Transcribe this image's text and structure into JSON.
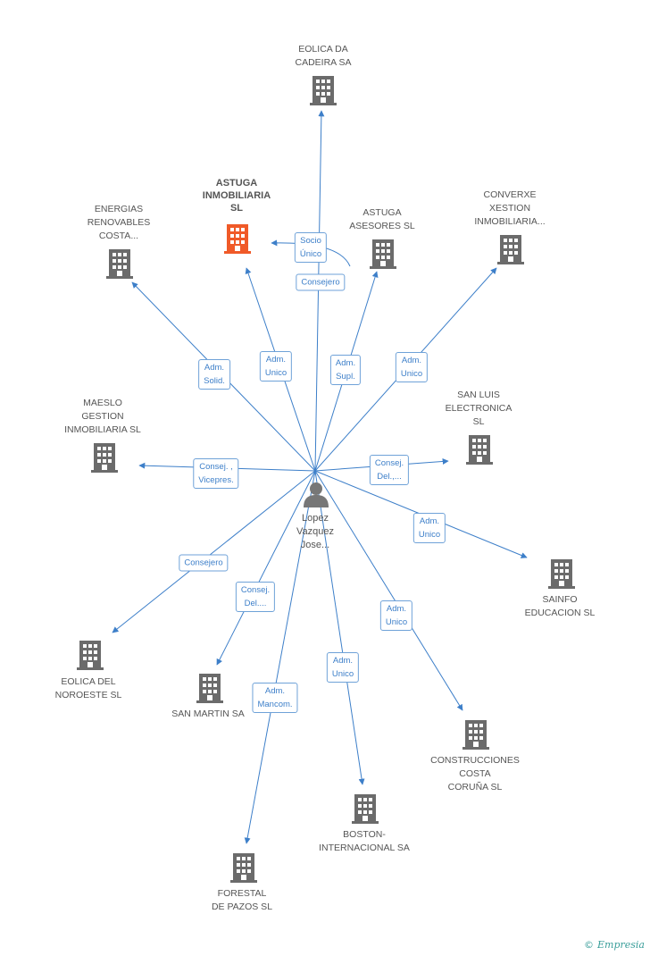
{
  "center": {
    "lines": [
      "Lopez",
      "Vazquez",
      "Jose..."
    ],
    "icon": "person-icon",
    "color": "#777777"
  },
  "colors": {
    "edge": "#3d7fc9",
    "building": "#6b6b6b",
    "focus_building": "#f05a28"
  },
  "companies": [
    {
      "id": "eolica-da-cadeira",
      "lines": [
        "EOLICA DA",
        "CADEIRA SA"
      ],
      "focus": false,
      "icon": "building-icon"
    },
    {
      "id": "astuga-inmobiliaria",
      "lines": [
        "ASTUGA",
        "INMOBILIARIA",
        "SL"
      ],
      "focus": true,
      "icon": "building-icon"
    },
    {
      "id": "astuga-asesores",
      "lines": [
        "ASTUGA",
        "ASESORES SL"
      ],
      "focus": false,
      "icon": "building-icon"
    },
    {
      "id": "energias-renovables",
      "lines": [
        "ENERGIAS",
        "RENOVABLES",
        "COSTA..."
      ],
      "focus": false,
      "icon": "building-icon"
    },
    {
      "id": "converxe-xestion",
      "lines": [
        "CONVERXE",
        "XESTION",
        "INMOBILIARIA..."
      ],
      "focus": false,
      "icon": "building-icon"
    },
    {
      "id": "maeslo-gestion",
      "lines": [
        "MAESLO",
        "GESTION",
        "INMOBILIARIA SL"
      ],
      "focus": false,
      "icon": "building-icon"
    },
    {
      "id": "san-luis-electronica",
      "lines": [
        "SAN LUIS",
        "ELECTRONICA",
        "SL"
      ],
      "focus": false,
      "icon": "building-icon"
    },
    {
      "id": "sainfo-educacion",
      "lines": [
        "SAINFO",
        "EDUCACION SL"
      ],
      "focus": false,
      "icon": "building-icon"
    },
    {
      "id": "eolica-del-noroeste",
      "lines": [
        "EOLICA DEL",
        "NOROESTE SL"
      ],
      "focus": false,
      "icon": "building-icon"
    },
    {
      "id": "san-martin",
      "lines": [
        "SAN MARTIN SA"
      ],
      "focus": false,
      "icon": "building-icon"
    },
    {
      "id": "construcciones-costa",
      "lines": [
        "CONSTRUCCIONES",
        "COSTA",
        "CORUÑA SL"
      ],
      "focus": false,
      "icon": "building-icon"
    },
    {
      "id": "boston-internacional",
      "lines": [
        "BOSTON-",
        "INTERNACIONAL SA"
      ],
      "focus": false,
      "icon": "building-icon"
    },
    {
      "id": "forestal-de-pazos",
      "lines": [
        "FORESTAL",
        "DE PAZOS SL"
      ],
      "focus": false,
      "icon": "building-icon"
    }
  ],
  "edges": [
    {
      "target": "eolica-da-cadeira",
      "label": [
        "Consejero"
      ]
    },
    {
      "target": "astuga-inmobiliaria",
      "label": [
        "Adm.",
        "Unico"
      ]
    },
    {
      "target": "astuga-inmobiliaria",
      "from": "astuga-asesores",
      "label": [
        "Socio",
        "Único"
      ]
    },
    {
      "target": "astuga-asesores",
      "label": [
        "Adm.",
        "Supl."
      ]
    },
    {
      "target": "energias-renovables",
      "label": [
        "Adm.",
        "Solid."
      ]
    },
    {
      "target": "converxe-xestion",
      "label": [
        "Adm.",
        "Unico"
      ]
    },
    {
      "target": "maeslo-gestion",
      "label": [
        "Consej. ,",
        "Vicepres."
      ]
    },
    {
      "target": "san-luis-electronica",
      "label": [
        "Consej.",
        "Del.,..."
      ]
    },
    {
      "target": "sainfo-educacion",
      "label": [
        "Adm.",
        "Unico"
      ]
    },
    {
      "target": "eolica-del-noroeste",
      "label": [
        "Consejero"
      ]
    },
    {
      "target": "san-martin",
      "label": [
        "Consej.",
        "Del...."
      ]
    },
    {
      "target": "construcciones-costa",
      "label": [
        "Adm.",
        "Unico"
      ]
    },
    {
      "target": "boston-internacional",
      "label": [
        "Adm.",
        "Unico"
      ]
    },
    {
      "target": "forestal-de-pazos",
      "label": [
        "Adm.",
        "Mancom."
      ]
    }
  ],
  "brand": {
    "copyright": "©",
    "name": "Empresia"
  }
}
